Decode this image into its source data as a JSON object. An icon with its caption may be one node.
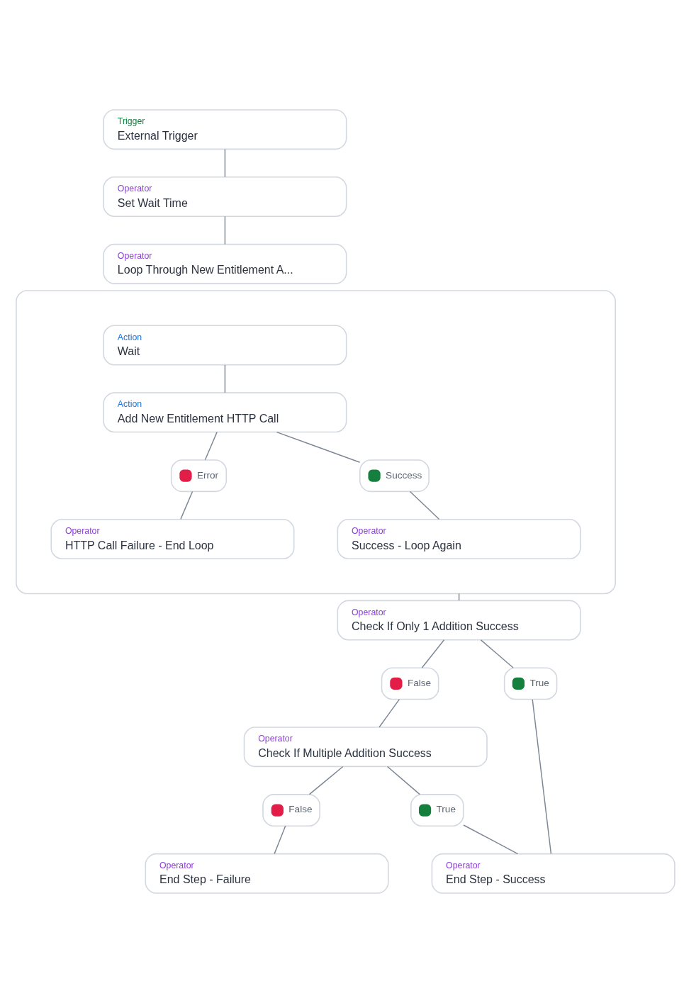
{
  "diagram": {
    "nodes": [
      {
        "text": [
          "Trigger",
          "External Trigger"
        ]
      },
      {
        "text": [
          "Operator",
          "Set Wait Time"
        ]
      },
      {
        "text": [
          "Operator",
          "Loop Through New Entitlement A..."
        ]
      },
      {
        "text": [],
        "shape": "box"
      },
      {
        "text": [
          "Action",
          "Wait"
        ],
        "in": 3
      },
      {
        "text": [
          "Action",
          "Add New Entitlement HTTP Call"
        ],
        "in": 3
      },
      {
        "text": [
          "Error"
        ],
        "in": 3
      },
      {
        "text": [
          "Success"
        ],
        "in": 3
      },
      {
        "text": [
          "Operator",
          "HTTP Call Failure - End Loop"
        ],
        "in": 3
      },
      {
        "text": [
          "Operator",
          "Success - Loop Again"
        ],
        "in": 3
      },
      {
        "text": [
          "Operator",
          "Check If Only 1 Addition Success"
        ]
      },
      {
        "text": [
          "False"
        ]
      },
      {
        "text": [
          "True"
        ]
      },
      {
        "text": [
          "Operator",
          "Check If Multiple Addition Success"
        ]
      },
      {
        "text": [
          "False"
        ]
      },
      {
        "text": [
          "True"
        ]
      },
      {
        "text": [
          "Operator",
          "End Step - Failure"
        ]
      },
      {
        "text": [
          "Operator",
          "End Step - Success"
        ]
      }
    ],
    "edges": [
      {
        "from": 0,
        "to": 1,
        "arrow": "none"
      },
      {
        "from": 1,
        "to": 2,
        "arrow": "none"
      },
      {
        "from": 4,
        "to": 5,
        "arrow": "none"
      },
      {
        "from": 5,
        "to": 6,
        "arrow": "none"
      },
      {
        "from": 5,
        "to": 7,
        "arrow": "none"
      },
      {
        "from": 6,
        "to": 8,
        "arrow": "none"
      },
      {
        "from": 7,
        "to": 9,
        "arrow": "none"
      },
      {
        "from": 3,
        "to": 10,
        "arrow": "none"
      },
      {
        "from": 10,
        "to": 11,
        "arrow": "none"
      },
      {
        "from": 10,
        "to": 12,
        "arrow": "none"
      },
      {
        "from": 11,
        "to": 13,
        "arrow": "none"
      },
      {
        "from": 13,
        "to": 14,
        "arrow": "none"
      },
      {
        "from": 13,
        "to": 15,
        "arrow": "none"
      },
      {
        "from": 14,
        "to": 16,
        "arrow": "none"
      },
      {
        "from": 15,
        "to": 17,
        "arrow": "none"
      },
      {
        "from": 12,
        "to": 17,
        "arrow": "none"
      }
    ]
  }
}
